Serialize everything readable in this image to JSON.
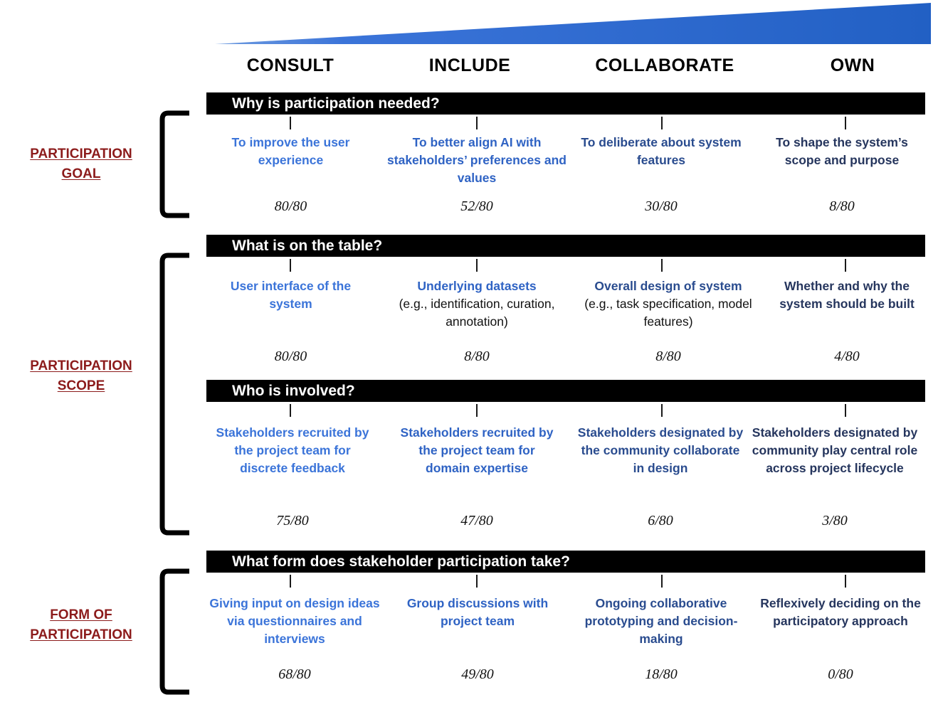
{
  "colors": {
    "consult": "#3b74d9",
    "include": "#2f63c4",
    "collaborate": "#2a4c8f",
    "own": "#26365e",
    "category_label": "#8c1b1b",
    "bar_background": "#000000",
    "wedge_blue": "#2563c7"
  },
  "columns": [
    {
      "label": "CONSULT",
      "color": "#3b74d9"
    },
    {
      "label": "INCLUDE",
      "color": "#2f63c4"
    },
    {
      "label": "COLLABORATE",
      "color": "#2a4c8f"
    },
    {
      "label": "OWN",
      "color": "#26365e"
    }
  ],
  "categories": [
    {
      "id": "participation-goal",
      "line1": "PARTICIPATION",
      "line2": "GOAL"
    },
    {
      "id": "participation-scope",
      "line1": "PARTICIPATION",
      "line2": "SCOPE"
    },
    {
      "id": "form-of-participation",
      "line1": "FORM OF",
      "line2": "PARTICIPATION"
    }
  ],
  "sections": [
    {
      "id": "why-is-participation-needed",
      "question": "Why is participation needed?",
      "cells": [
        {
          "text": "To improve the user experience",
          "sub": "",
          "count": "80/80"
        },
        {
          "text": "To better align AI with stakeholders’ preferences and values",
          "sub": "",
          "count": "52/80"
        },
        {
          "text": "To deliberate about system features",
          "sub": "",
          "count": "30/80"
        },
        {
          "text": "To shape the system’s scope and purpose",
          "sub": "",
          "count": "8/80"
        }
      ]
    },
    {
      "id": "what-is-on-the-table",
      "question": "What is on the table?",
      "cells": [
        {
          "text": "User interface of the system",
          "sub": "",
          "count": "80/80"
        },
        {
          "text": "Underlying datasets",
          "sub": "(e.g., identification, curation, annotation)",
          "count": "8/80"
        },
        {
          "text": "Overall design of system",
          "sub": "(e.g., task specification, model features)",
          "count": "8/80"
        },
        {
          "text": "Whether and why the system should be built",
          "sub": "",
          "count": "4/80"
        }
      ]
    },
    {
      "id": "who-is-involved",
      "question": "Who is involved?",
      "cells": [
        {
          "text": "Stakeholders recruited by the project team for discrete feedback",
          "sub": "",
          "count": "75/80"
        },
        {
          "text": "Stakeholders recruited by the project team for domain expertise",
          "sub": "",
          "count": "47/80"
        },
        {
          "text": "Stakeholders designated by the community collaborate in design",
          "sub": "",
          "count": "6/80"
        },
        {
          "text": "Stakeholders designated by community play central role across project lifecycle",
          "sub": "",
          "count": "3/80"
        }
      ]
    },
    {
      "id": "what-form-does-stakeholder-participation-take",
      "question": "What form does stakeholder participation take?",
      "cells": [
        {
          "text": "Giving input on design ideas via questionnaires and interviews",
          "sub": "",
          "count": "68/80"
        },
        {
          "text": "Group discussions with project team",
          "sub": "",
          "count": "49/80"
        },
        {
          "text": "Ongoing collaborative prototyping and decision-making",
          "sub": "",
          "count": "18/80"
        },
        {
          "text": "Reflexively deciding on the participatory approach",
          "sub": "",
          "count": "0/80"
        }
      ]
    }
  ]
}
